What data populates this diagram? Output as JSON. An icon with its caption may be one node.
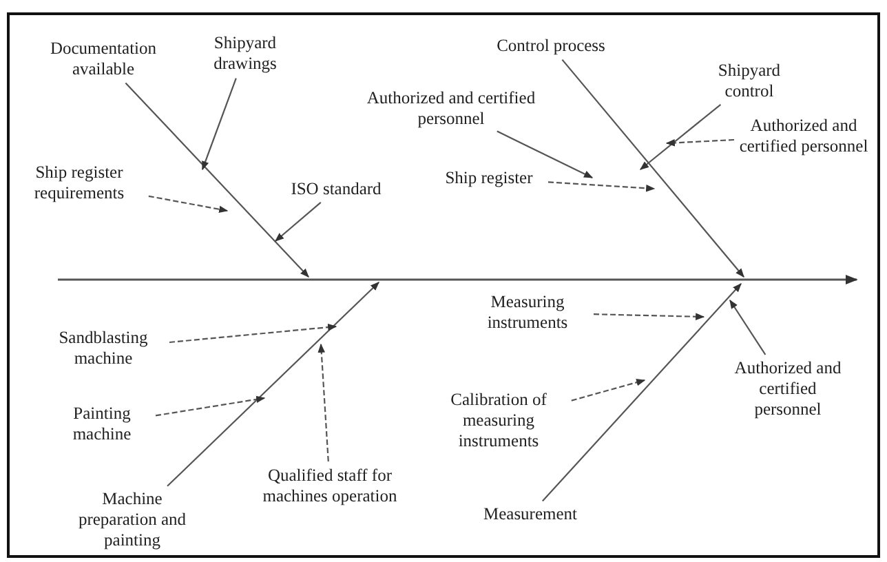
{
  "diagram": {
    "nodes": [
      {
        "text": [
          "Documentation available"
        ]
      },
      {
        "text": [
          "Shipyard drawings"
        ]
      },
      {
        "text": [
          "Control process"
        ]
      },
      {
        "text": [
          "Shipyard control"
        ]
      },
      {
        "text": [
          "Authorized and certified personnel"
        ]
      },
      {
        "text": [
          "Authorized and certified personnel"
        ]
      },
      {
        "text": [
          "Ship register requirements"
        ]
      },
      {
        "text": [
          "ISO standard"
        ]
      },
      {
        "text": [
          "Ship register"
        ]
      },
      {
        "text": [
          "Sandblasting machine"
        ]
      },
      {
        "text": [
          "Measuring instruments"
        ]
      },
      {
        "text": [
          "Authorized and certified personnel"
        ]
      },
      {
        "text": [
          "Painting machine"
        ]
      },
      {
        "text": [
          "Calibration of measuring instruments"
        ]
      },
      {
        "text": [
          "Machine preparation and painting"
        ]
      },
      {
        "text": [
          "Qualified staff for machines operation"
        ]
      },
      {
        "text": [
          "Measurement"
        ]
      }
    ],
    "edges": [
      {
        "from": 0,
        "to": null,
        "arrow": "to"
      },
      {
        "from": 2,
        "to": null,
        "arrow": "to"
      },
      {
        "from": 14,
        "to": null,
        "arrow": "to"
      },
      {
        "from": 16,
        "to": null,
        "arrow": "to"
      },
      {
        "from": 1,
        "to": null,
        "arrow": "to"
      },
      {
        "from": 6,
        "to": null,
        "arrow": "to",
        "style": "dashed"
      },
      {
        "from": 7,
        "to": null,
        "arrow": "to"
      },
      {
        "from": 4,
        "to": null,
        "arrow": "to"
      },
      {
        "from": 8,
        "to": null,
        "arrow": "to",
        "style": "dashed"
      },
      {
        "from": 3,
        "to": null,
        "arrow": "to"
      },
      {
        "from": 5,
        "to": null,
        "arrow": "to",
        "style": "dashed"
      },
      {
        "from": 9,
        "to": null,
        "arrow": "to",
        "style": "dashed"
      },
      {
        "from": 12,
        "to": null,
        "arrow": "to",
        "style": "dashed"
      },
      {
        "from": 15,
        "to": null,
        "arrow": "to",
        "style": "dashed"
      },
      {
        "from": 10,
        "to": null,
        "arrow": "to",
        "style": "dashed"
      },
      {
        "from": 13,
        "to": null,
        "arrow": "to",
        "style": "dashed"
      },
      {
        "from": 11,
        "to": null,
        "arrow": "to"
      }
    ]
  }
}
